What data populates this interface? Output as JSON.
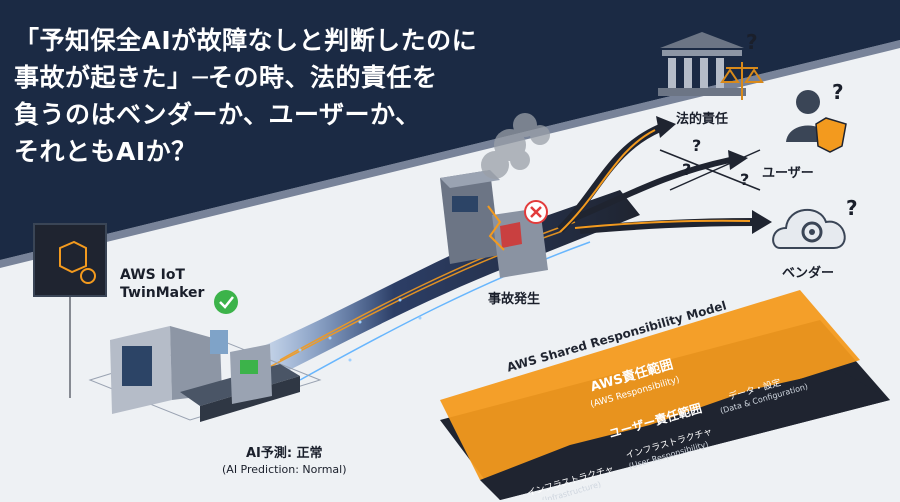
{
  "headline": {
    "line1": "「予知保全AIが故障なしと判断したのに",
    "line2": "事故が起きた」─その時、法的責任を",
    "line3": "負うのはベンダーか、ユーザーか、",
    "line4": "それともAIか？"
  },
  "aws_iot": {
    "line1": "AWS IoT",
    "line2": "TwinMaker"
  },
  "prediction": {
    "main": "AI予測: 正常",
    "sub": "(AI Prediction: Normal)"
  },
  "incident_label": "事故発生",
  "legal_label": "法的責任",
  "user_label": "ユーザー",
  "vendor_label": "ベンダー",
  "question_mark": "?",
  "model": {
    "title": "AWS Shared Responsibility Model",
    "aws_jp": "AWS責任範囲",
    "aws_en": "(AWS Responsibility)",
    "user_jp": "ユーザー責任範囲",
    "infra1_jp": "インフラストラクチャ",
    "infra1_en": "(Infrastructure)",
    "infra2_jp": "インフラストラクチャ",
    "infra2_en": "(User Responsibility)",
    "data_jp": "データ・設定",
    "data_en": "(Data & Configuration)"
  },
  "colors": {
    "navy": "#1b2a44",
    "orange": "#f39a1e",
    "dark": "#1f2430",
    "green": "#3cb34a",
    "red": "#e23b3b",
    "blue": "#4aa3e0"
  }
}
